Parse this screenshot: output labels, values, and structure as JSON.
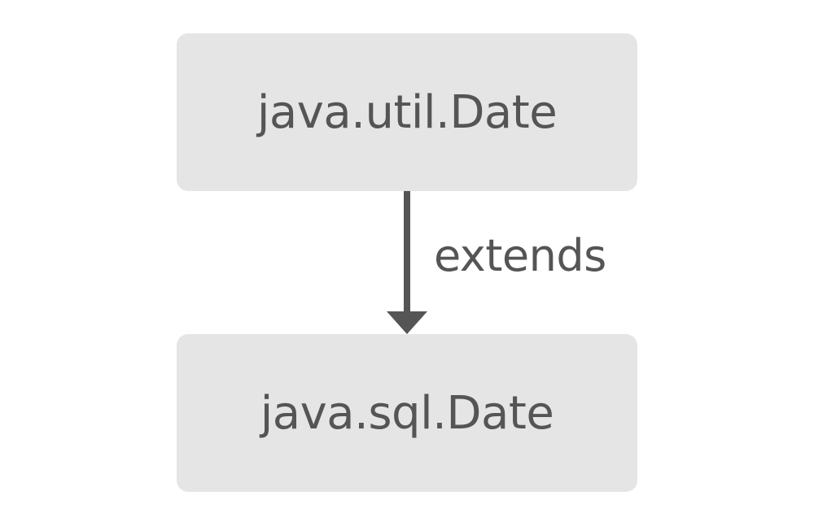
{
  "diagram": {
    "nodes": [
      {
        "id": "parent",
        "label": "java.util.Date"
      },
      {
        "id": "child",
        "label": "java.sql.Date"
      }
    ],
    "edges": [
      {
        "from": "parent",
        "to": "child",
        "label": "extends"
      }
    ],
    "colors": {
      "box_fill": "#e5e5e5",
      "text": "#555555",
      "arrow": "#555555",
      "background": "#ffffff"
    }
  }
}
